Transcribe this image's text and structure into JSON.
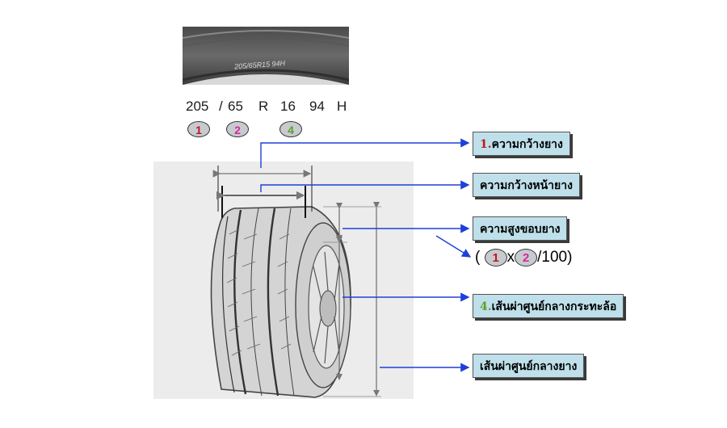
{
  "tire_photo": {
    "sidewall_text": "205/65R15 94H"
  },
  "size_code": {
    "width": "205",
    "sep": "/",
    "aspect": "65",
    "construction": "R",
    "rim": "16",
    "load": "94",
    "speed": "H"
  },
  "badges": {
    "b1": "1",
    "b2": "2",
    "b4": "4"
  },
  "labels": {
    "l1_num": "1.",
    "l1_text": "ความกว้างยาง",
    "l2_text": "ความกว้างหน้ายาง",
    "l3_text": "ความสูงขอบยาง",
    "l4_num": "4.",
    "l4_text": "เส้นผ่าศูนย์กลางกระทะล้อ",
    "l5_text": "เส้นผ่าศูนย์กลางยาง"
  },
  "formula": {
    "open": "(",
    "x": "x",
    "tail": "/100)",
    "n1": "1",
    "n2": "2"
  },
  "colors": {
    "label_bg": "#bfe0ea",
    "arrow": "#1f3fd8",
    "red": "#c01818",
    "magenta": "#d52a9a",
    "green": "#5aa02a"
  }
}
